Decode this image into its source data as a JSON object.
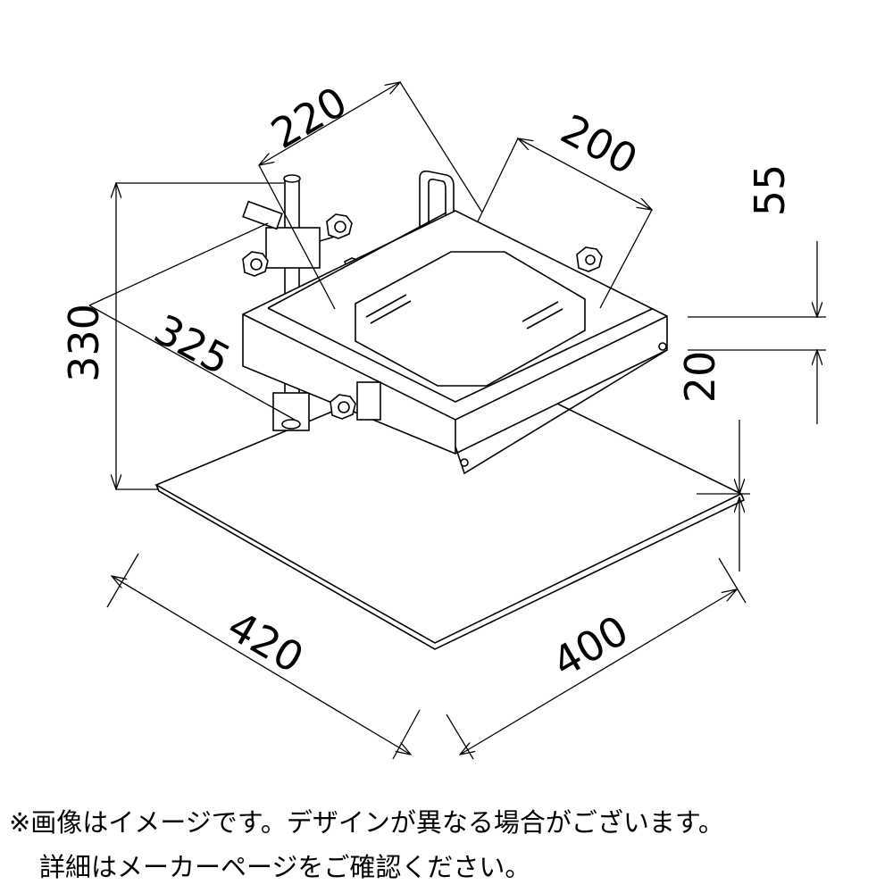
{
  "dimensions": {
    "width_top": "220",
    "depth_top": "200",
    "height_total": "330",
    "reach": "325",
    "base_width": "420",
    "base_depth": "400",
    "tray_height": "55",
    "base_thickness": "20"
  },
  "notes": {
    "line1": "※画像はイメージです。デザインが異なる場合がございます。",
    "line2": "詳細はメーカーページをご確認ください。"
  }
}
